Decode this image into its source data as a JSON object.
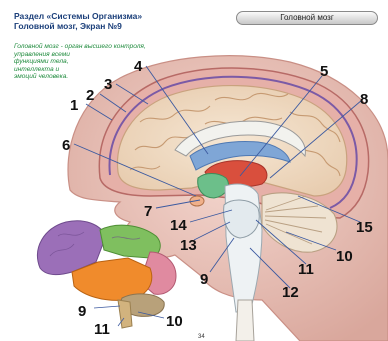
{
  "header": {
    "title_line1": "Раздел «Системы Организма»",
    "title_line2": "Головной мозг, Экран №9"
  },
  "top_button": {
    "label": "Головной мозг"
  },
  "description": {
    "lines": [
      "Головной мозг - орган высшего контроля,",
      "управления всеми",
      "функциями тела,",
      "интеллекта и",
      "эмоций человека."
    ]
  },
  "labels": {
    "l1": "1",
    "l2": "2",
    "l3": "3",
    "l4": "4",
    "l5": "5",
    "l6": "6",
    "l7": "7",
    "l8": "8",
    "l9": "9",
    "l10": "10",
    "l11": "11",
    "l12": "12",
    "l13": "13",
    "l14": "14",
    "l15": "15",
    "s9": "9",
    "s10": "10",
    "s11": "11"
  },
  "page_number": "34"
}
